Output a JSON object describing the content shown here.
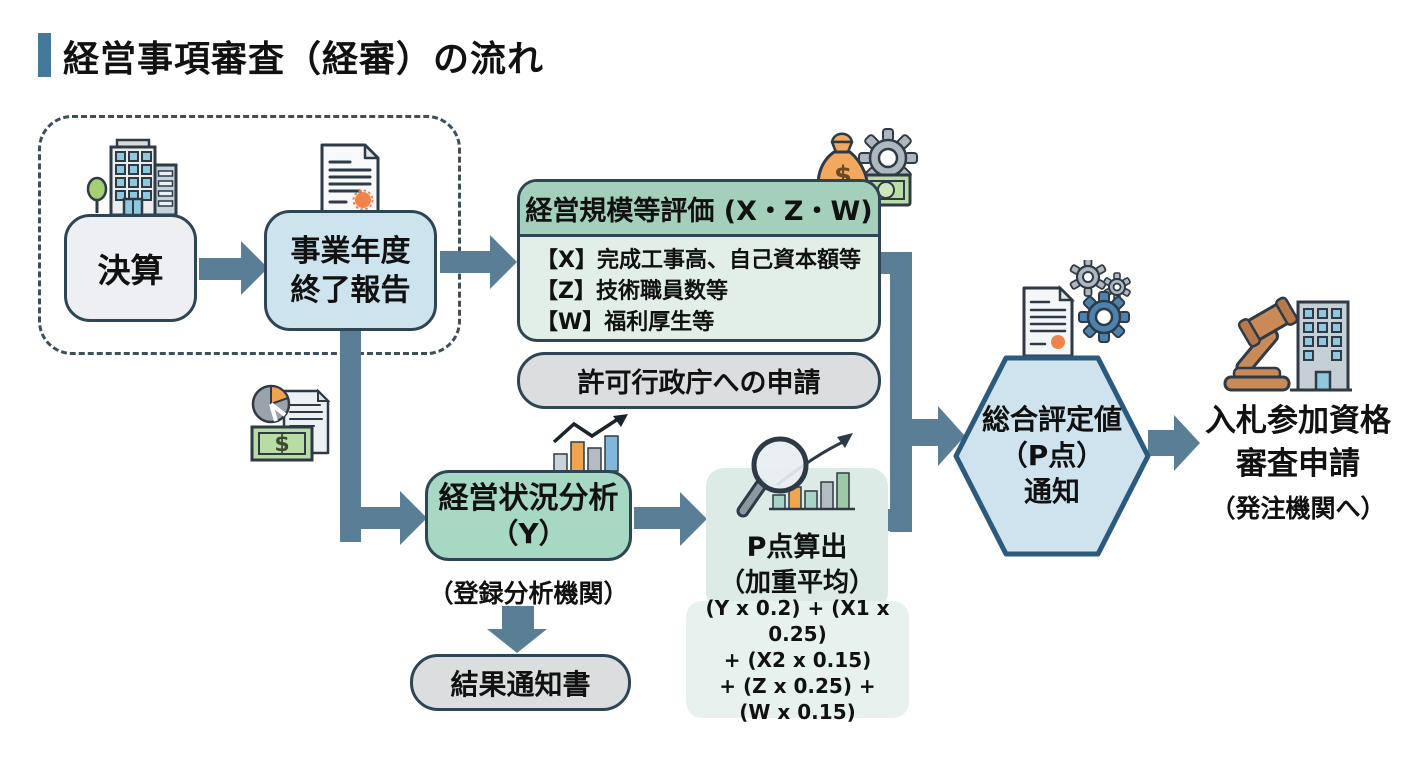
{
  "title": {
    "text": "経営事項審査（経審）の流れ"
  },
  "flow": {
    "kessan": {
      "label": "決算"
    },
    "jigyo": {
      "line1": "事業年度",
      "line2": "終了報告"
    },
    "kibo": {
      "header": "経営規模等評価 (X・Z・W)",
      "items": [
        "【X】完成工事高、自己資本額等",
        "【Z】技術職員数等",
        "【W】福利厚生等"
      ]
    },
    "kyoka": {
      "label": "許可行政庁への申請"
    },
    "jokyo": {
      "line1": "経営状況分析",
      "line2": "（Y）",
      "sub": "（登録分析機関）"
    },
    "kekka": {
      "label": "結果通知書"
    },
    "pten": {
      "title_line1": "P点算出",
      "title_line2": "（加重平均）",
      "formula_lines": [
        "(Y x 0.2) + (X1 x 0.25)",
        "+ (X2 x 0.15)",
        "+ (Z x 0.25) +",
        "(W x 0.15)"
      ]
    },
    "sogo": {
      "line1": "総合評定値",
      "line2": "（P点）",
      "line3": "通知"
    },
    "nyusatsu": {
      "line1": "入札参加資格",
      "line2": "審査申請",
      "sub": "（発注機関へ）"
    }
  },
  "icons": {
    "kessan": "office-building-icon",
    "jigyo": "report-document-icon",
    "kibo": "money-bag-gear-icon",
    "bunseki_docs": "pie-chart-money-document-icon",
    "jokyo": "bar-chart-growth-icon",
    "pten": "magnifier-bar-chart-icon",
    "sogo": "certificate-gears-icon",
    "nyusatsu": "gavel-building-icon"
  },
  "colors": {
    "arrow": "#5b7e97",
    "box_border": "#2e4553",
    "title_bar": "#45799c",
    "kessan_fill": "#edeff2",
    "blue_fill": "#cde4ef",
    "green_header": "#a4d0bb",
    "green_body": "#e2efe8",
    "gray_fill": "#dbddde",
    "mint_fill": "#a6d8c3",
    "pten_fill": "#dcebe5",
    "formula_fill": "#e7f2ee",
    "hexagon_fill": "#cfe3ef",
    "hexagon_border": "#2b5a7d"
  }
}
